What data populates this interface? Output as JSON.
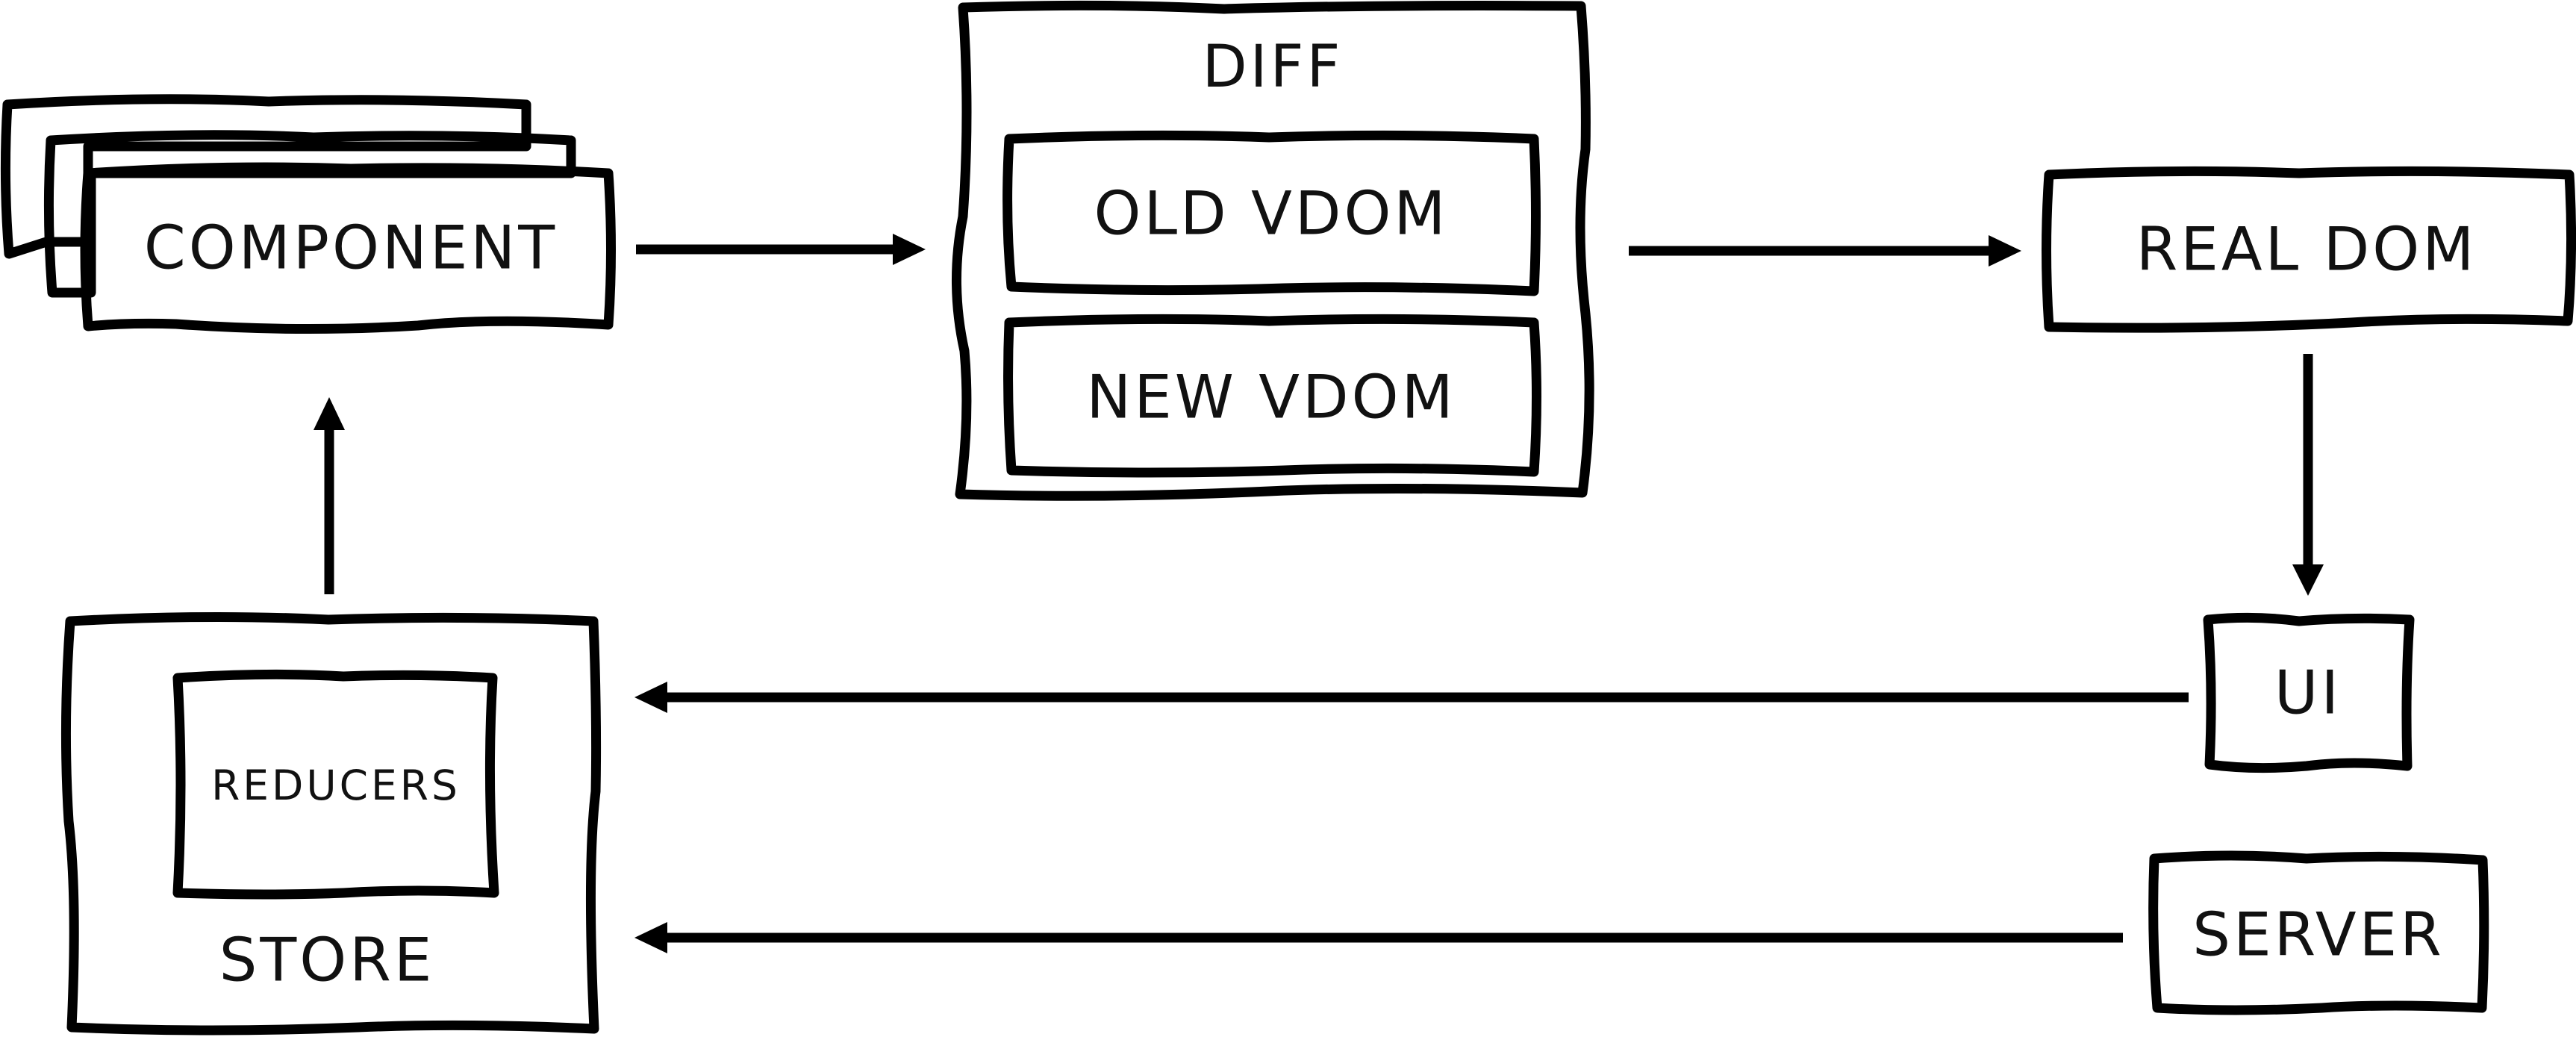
{
  "colors": {
    "box": "#9fc3e6",
    "inner": "#d9d9d9",
    "ink": "#000000"
  },
  "nodes": {
    "component": "COMPONENT",
    "diff": "DIFF",
    "old_vdom": "OLD VDOM",
    "new_vdom": "NEW VDOM",
    "real_dom": "REAL DOM",
    "ui": "UI",
    "store": "STORE",
    "reducers": "REDUCERS",
    "server": "SERVER"
  },
  "edges": [
    {
      "from": "component",
      "to": "diff"
    },
    {
      "from": "diff",
      "to": "real_dom"
    },
    {
      "from": "real_dom",
      "to": "ui"
    },
    {
      "from": "ui",
      "to": "store"
    },
    {
      "from": "server",
      "to": "store"
    },
    {
      "from": "store",
      "to": "component"
    }
  ]
}
